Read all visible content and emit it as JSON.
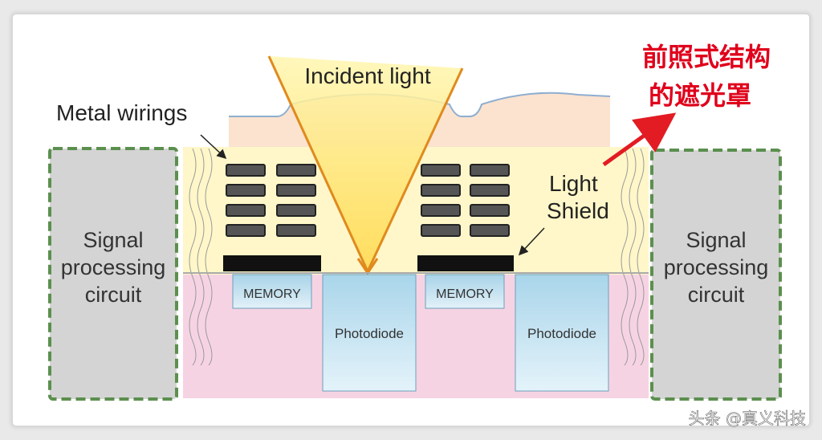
{
  "labels": {
    "incident_light": "Incident light",
    "metal_wirings": "Metal wirings",
    "light_shield": [
      "Light",
      "Shield"
    ],
    "signal_left": [
      "Signal",
      "processing",
      "circuit"
    ],
    "signal_right": [
      "Signal",
      "processing",
      "circuit"
    ],
    "memory_left": "MEMORY",
    "memory_right": "MEMORY",
    "photodiode_left": "Photodiode",
    "photodiode_right": "Photodiode",
    "chinese_note": [
      "前照式结构",
      "的遮光罩"
    ],
    "watermark": "头条 @真义科技"
  },
  "colors": {
    "light_yellow": "#fff7c9",
    "peach_layer": "#fbe3cf",
    "pink_layer": "#f6d3e3",
    "blue_box": "#bfe0ee",
    "gray_circuit": "#d4d4d4",
    "green_dash": "#5b8f4e",
    "arrow_red": "#e31b23",
    "beam_orange": "#e08a1e",
    "text_red": "#e0001b"
  }
}
